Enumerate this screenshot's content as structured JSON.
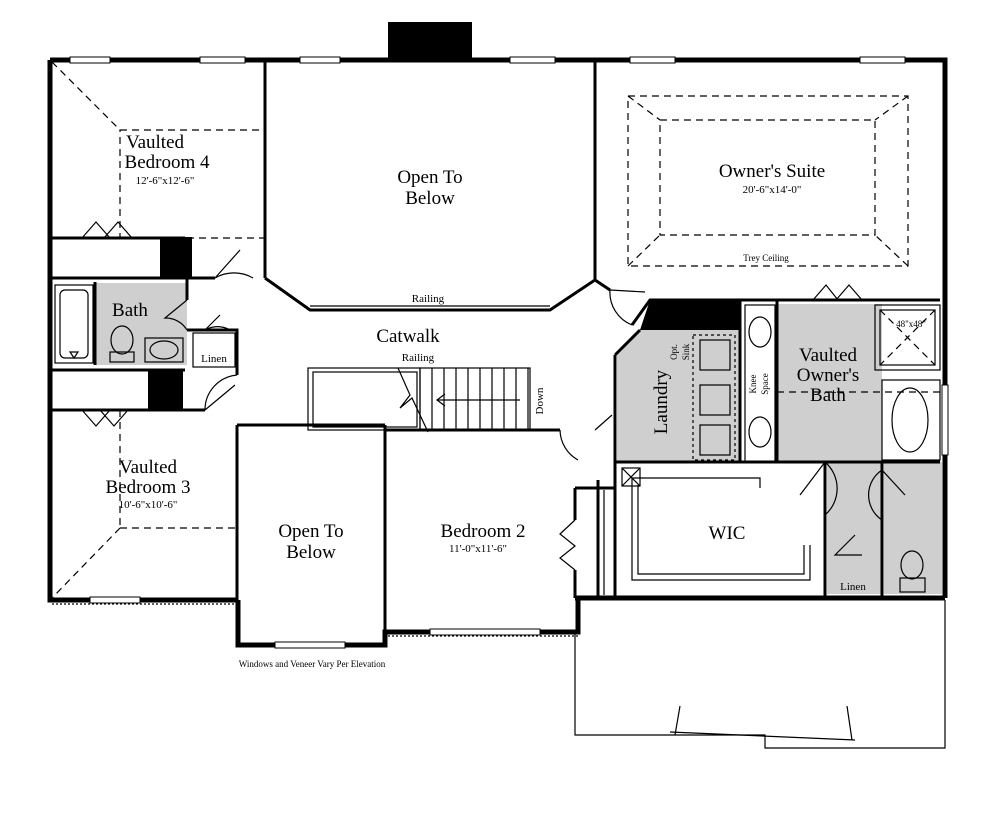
{
  "rooms": {
    "bedroom4": {
      "line1": "Vaulted",
      "line2": "Bedroom 4",
      "dims": "12'-6\"x12'-6\""
    },
    "open_above": {
      "line1": "Open To",
      "line2": "Below"
    },
    "owners_suite": {
      "name": "Owner's Suite",
      "dims": "20'-6\"x14'-0\"",
      "ceiling": "Trey Ceiling"
    },
    "bath": {
      "name": "Bath"
    },
    "linen_left": {
      "name": "Linen"
    },
    "catwalk": {
      "name": "Catwalk"
    },
    "railing_top": {
      "name": "Railing"
    },
    "railing_stair": {
      "name": "Railing"
    },
    "stair_down": {
      "name": "Down"
    },
    "laundry": {
      "name": "Laundry"
    },
    "opt_sink": {
      "line1": "Opt.",
      "line2": "Sink"
    },
    "knee_space": {
      "line1": "Knee",
      "line2": "Space"
    },
    "owners_bath": {
      "line1": "Vaulted",
      "line2": "Owner's",
      "line3": "Bath"
    },
    "shower": {
      "name": "48\"x48\""
    },
    "bedroom3": {
      "line1": "Vaulted",
      "line2": "Bedroom 3",
      "dims": "10'-6\"x10'-6\""
    },
    "open_below": {
      "line1": "Open To",
      "line2": "Below"
    },
    "bedroom2": {
      "name": "Bedroom 2",
      "dims": "11'-0\"x11'-6\""
    },
    "wic": {
      "name": "WIC"
    },
    "linen_right": {
      "name": "Linen"
    }
  },
  "note": "Windows and Veneer Vary Per Elevation"
}
